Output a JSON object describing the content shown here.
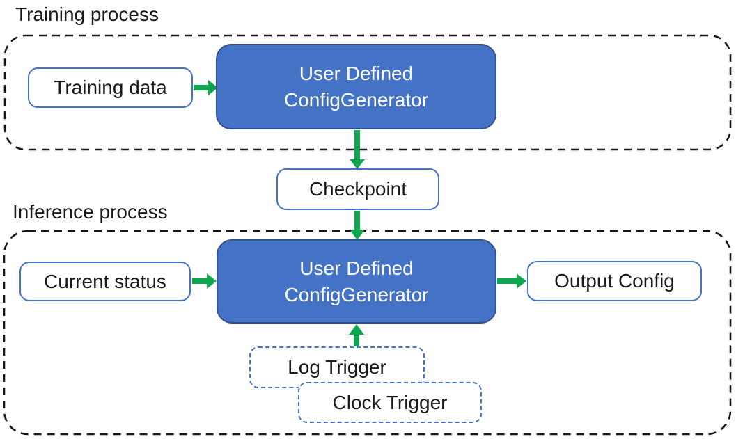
{
  "training_section": {
    "label": "Training process",
    "training_data": "Training data",
    "generator_line1": "User Defined",
    "generator_line2": "ConfigGenerator"
  },
  "checkpoint": {
    "label": "Checkpoint"
  },
  "inference_section": {
    "label": "Inference process",
    "current_status": "Current status",
    "generator_line1": "User Defined",
    "generator_line2": "ConfigGenerator",
    "output_config": "Output Config",
    "log_trigger": "Log Trigger",
    "clock_trigger": "Clock Trigger"
  },
  "colors": {
    "node_fill": "#4472C4",
    "node_border": "#2F528F",
    "box_border": "#4472C4",
    "arrow_green": "#10A651",
    "dash_black": "#161616"
  }
}
